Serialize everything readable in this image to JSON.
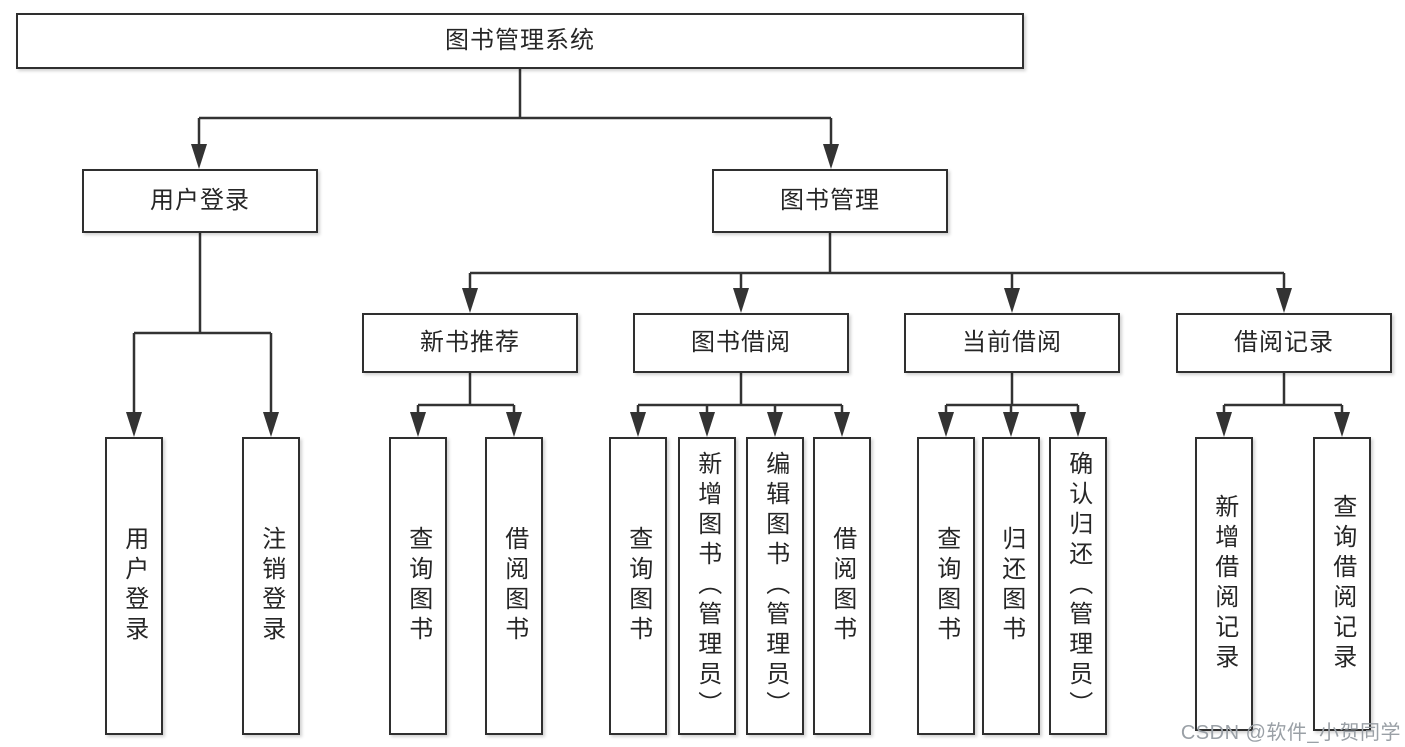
{
  "tree": {
    "root": {
      "label": "图书管理系统"
    },
    "children": [
      {
        "label": "用户登录",
        "children": [
          {
            "label": "用户登录"
          },
          {
            "label": "注销登录"
          }
        ]
      },
      {
        "label": "图书管理",
        "children": [
          {
            "label": "新书推荐",
            "children": [
              {
                "label": "查询图书"
              },
              {
                "label": "借阅图书"
              }
            ]
          },
          {
            "label": "图书借阅",
            "children": [
              {
                "label": "查询图书"
              },
              {
                "label": "新增图书（管理员）"
              },
              {
                "label": "编辑图书（管理员）"
              },
              {
                "label": "借阅图书"
              }
            ]
          },
          {
            "label": "当前借阅",
            "children": [
              {
                "label": "查询图书"
              },
              {
                "label": "归还图书"
              },
              {
                "label": "确认归还（管理员）"
              }
            ]
          },
          {
            "label": "借阅记录",
            "children": [
              {
                "label": "新增借阅记录"
              },
              {
                "label": "查询借阅记录"
              }
            ]
          }
        ]
      }
    ]
  },
  "watermark": {
    "text": "CSDN @软件_小贺同学"
  },
  "colors": {
    "line": "#333333",
    "box_border": "#2f2f2f",
    "text": "#262626",
    "watermark": "#9aa0a6",
    "background": "#ffffff"
  }
}
